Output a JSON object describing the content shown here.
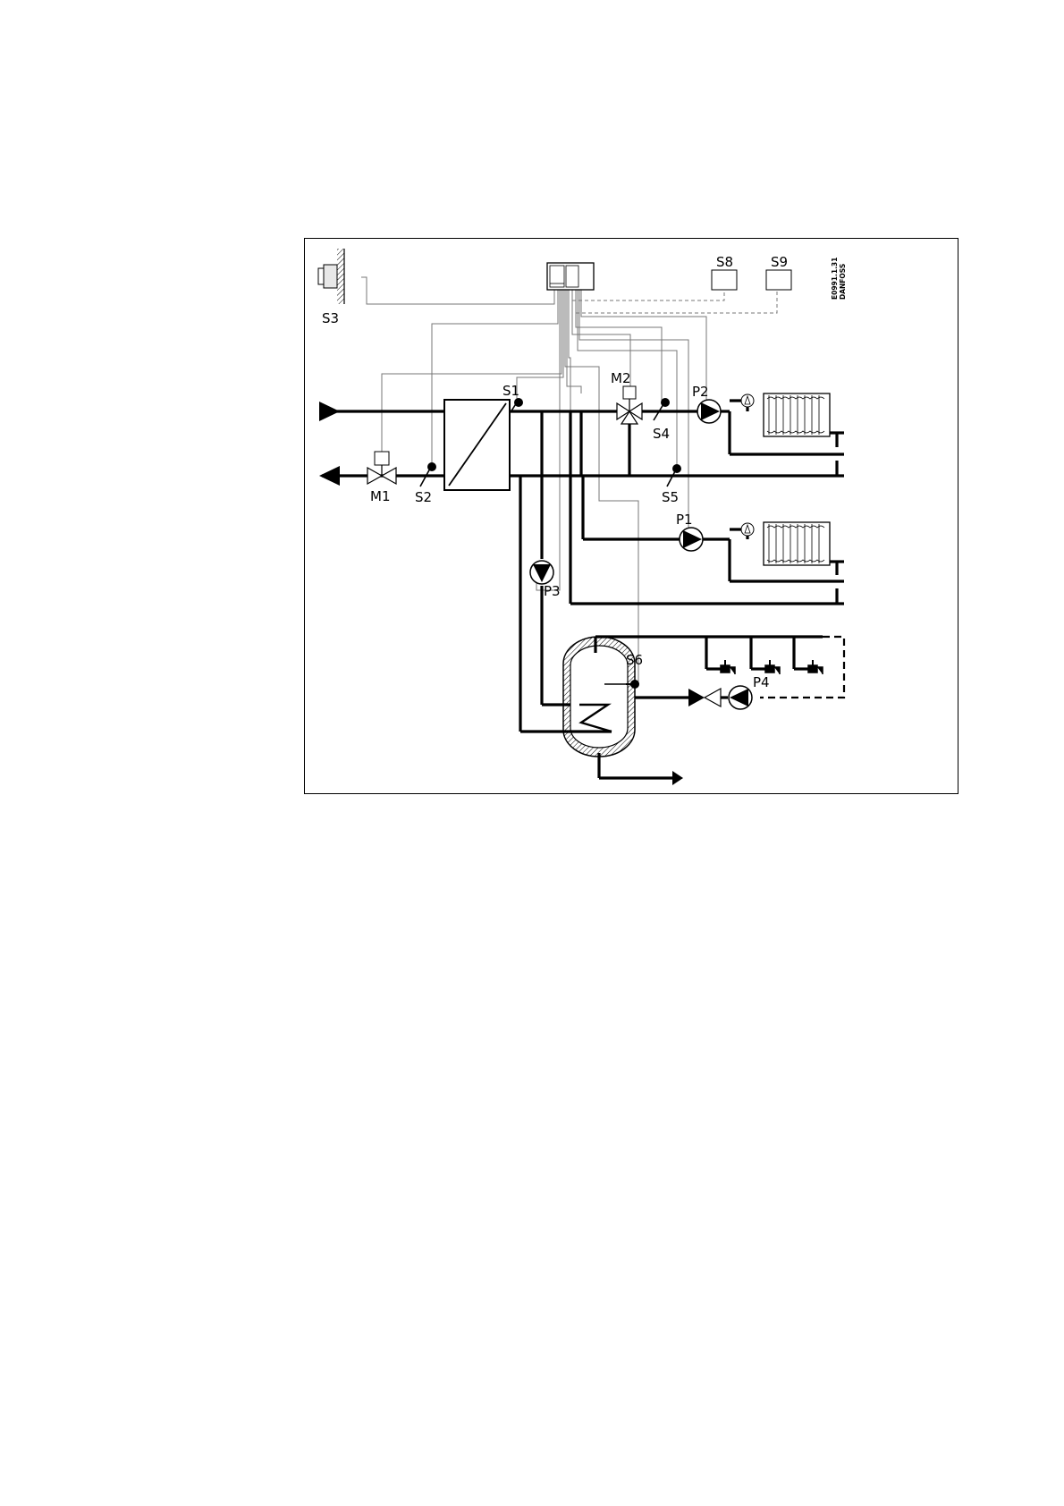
{
  "diagram": {
    "title_code": "E0991.1.31",
    "brand": "DANFOSS",
    "labels": {
      "outdoor_sensor": "S3",
      "room_panel_1": "S8",
      "room_panel_2": "S9",
      "supply_sensor_hx": "S1",
      "return_sensor_primary": "S2",
      "motor_valve_1": "M1",
      "motor_valve_2": "M2",
      "supply_sensor_circuit_2": "S4",
      "return_sensor_circuit_2": "S5",
      "pump_2": "P2",
      "pump_1": "P1",
      "pump_3": "P3",
      "tank_sensor": "S6",
      "pump_4": "P4"
    }
  }
}
